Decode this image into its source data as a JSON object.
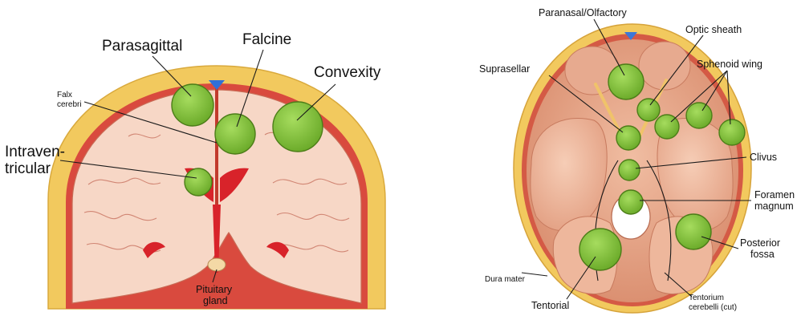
{
  "colors": {
    "tumor": "#7fc23a",
    "tumor_stroke": "#4c7d18",
    "skull": "#f2c95e",
    "dura": "#d94a3e",
    "brain": "#f7d7c6",
    "ventricle": "#d8232a",
    "cranial_floor": "#e2a184"
  },
  "coronal": {
    "labels": {
      "parasagittal": "Parasagittal",
      "falcine": "Falcine",
      "convexity": "Convexity",
      "falx_line1": "Falx",
      "falx_line2": "cerebri",
      "intraven_line1": "Intraven-",
      "intraven_line2": "tricular",
      "pituitary_line1": "Pituitary",
      "pituitary_line2": "gland"
    }
  },
  "basal": {
    "labels": {
      "paranasal": "Paranasal/Olfactory",
      "optic": "Optic sheath",
      "suprasellar": "Suprasellar",
      "sphenoid": "Sphenoid wing",
      "clivus": "Clivus",
      "foramen_line1": "Foramen",
      "foramen_line2": "magnum",
      "posterior_line1": "Posterior",
      "posterior_line2": "fossa",
      "dura": "Dura mater",
      "tentorial": "Tentorial",
      "tentorium_line1": "Tentorium",
      "tentorium_line2": "cerebelli (cut)"
    }
  }
}
